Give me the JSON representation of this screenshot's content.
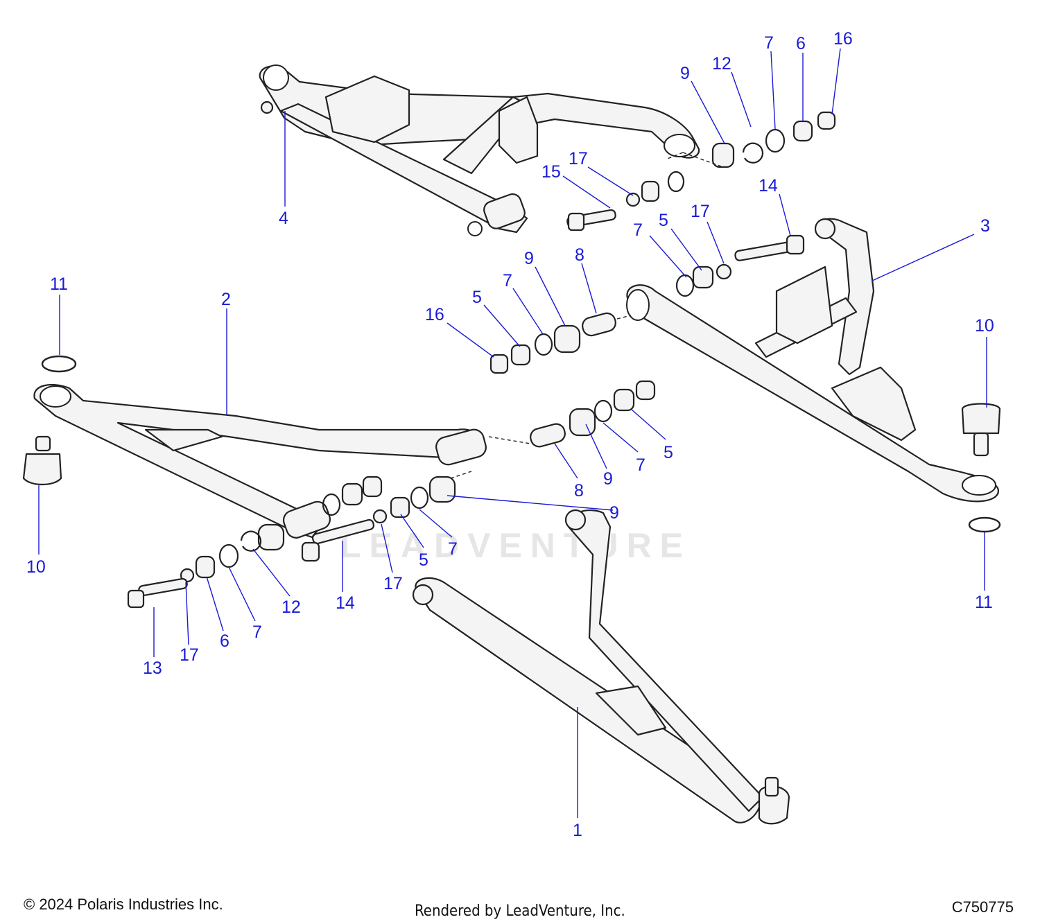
{
  "diagram": {
    "watermark_text": "LEADVENTURE",
    "callouts": [
      {
        "id": "c4",
        "label": "4"
      },
      {
        "id": "c9a",
        "label": "9"
      },
      {
        "id": "c12a",
        "label": "12"
      },
      {
        "id": "c7a",
        "label": "7"
      },
      {
        "id": "c6a",
        "label": "6"
      },
      {
        "id": "c16a",
        "label": "16"
      },
      {
        "id": "c17a",
        "label": "17"
      },
      {
        "id": "c15",
        "label": "15"
      },
      {
        "id": "c14a",
        "label": "14"
      },
      {
        "id": "c3",
        "label": "3"
      },
      {
        "id": "c7b",
        "label": "7"
      },
      {
        "id": "c5a",
        "label": "5"
      },
      {
        "id": "c17b",
        "label": "17"
      },
      {
        "id": "c9b",
        "label": "9"
      },
      {
        "id": "c8a",
        "label": "8"
      },
      {
        "id": "c7c",
        "label": "7"
      },
      {
        "id": "c5b",
        "label": "5"
      },
      {
        "id": "c16b",
        "label": "16"
      },
      {
        "id": "c11a",
        "label": "11"
      },
      {
        "id": "c2",
        "label": "2"
      },
      {
        "id": "c10a",
        "label": "10"
      },
      {
        "id": "c10b",
        "label": "10"
      },
      {
        "id": "c8b",
        "label": "8"
      },
      {
        "id": "c9c",
        "label": "9"
      },
      {
        "id": "c7d",
        "label": "7"
      },
      {
        "id": "c5c",
        "label": "5"
      },
      {
        "id": "c9d",
        "label": "9"
      },
      {
        "id": "c7e",
        "label": "7"
      },
      {
        "id": "c5d",
        "label": "5"
      },
      {
        "id": "c17c",
        "label": "17"
      },
      {
        "id": "c14b",
        "label": "14"
      },
      {
        "id": "c12b",
        "label": "12"
      },
      {
        "id": "c7f",
        "label": "7"
      },
      {
        "id": "c6b",
        "label": "6"
      },
      {
        "id": "c17d",
        "label": "17"
      },
      {
        "id": "c13",
        "label": "13"
      },
      {
        "id": "c11b",
        "label": "11"
      },
      {
        "id": "c1",
        "label": "1"
      }
    ]
  },
  "footer": {
    "copyright": "© 2024 Polaris Industries Inc.",
    "rendered_by": "Rendered by LeadVenture, Inc.",
    "diagram_code": "C750775"
  }
}
